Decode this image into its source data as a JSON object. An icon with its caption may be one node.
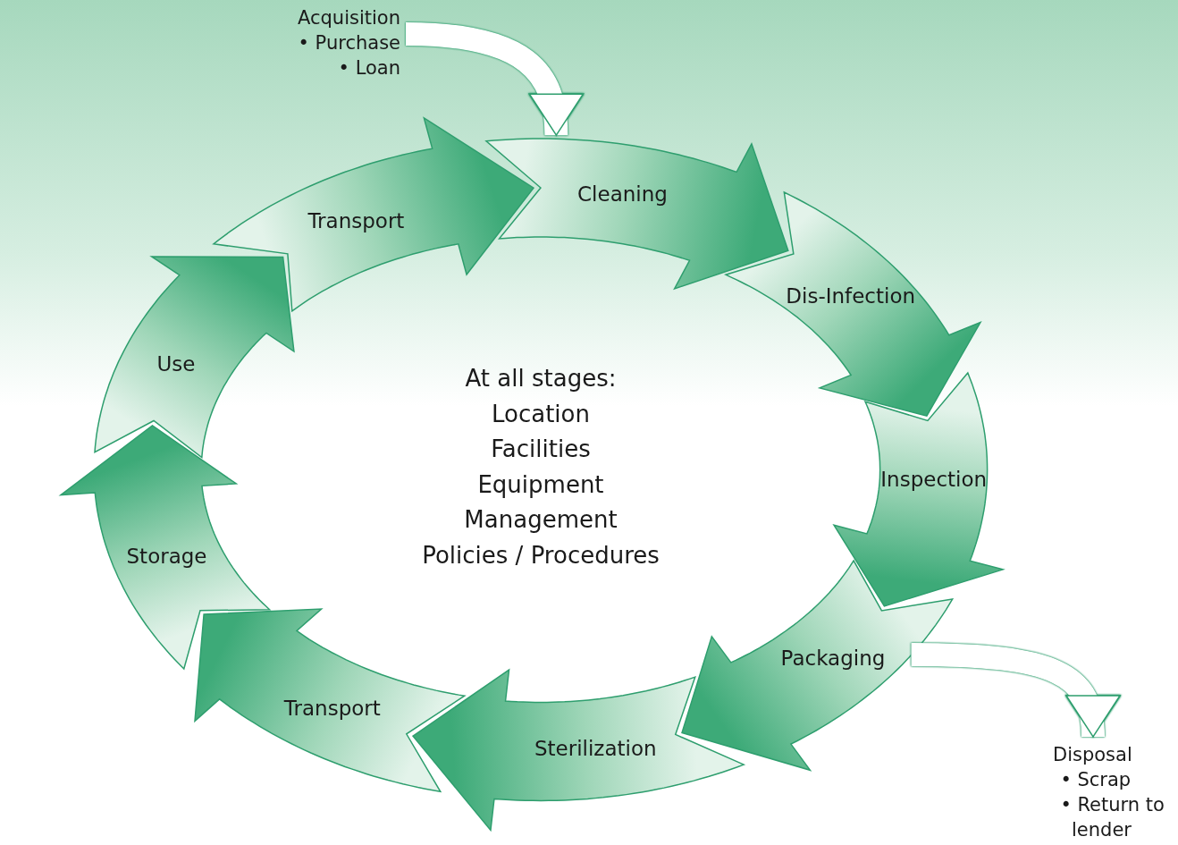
{
  "diagram": {
    "nodes": [
      {
        "text": [
          "Acquisition",
          "• Purchase",
          "• Loan"
        ]
      },
      {
        "text": [
          "Cleaning"
        ]
      },
      {
        "text": [
          "Dis-Infection"
        ]
      },
      {
        "text": [
          "Inspection"
        ]
      },
      {
        "text": [
          "Packaging"
        ]
      },
      {
        "text": [
          "Sterilization"
        ]
      },
      {
        "text": [
          "Transport"
        ]
      },
      {
        "text": [
          "Storage"
        ]
      },
      {
        "text": [
          "Use"
        ]
      },
      {
        "text": [
          "Transport"
        ]
      },
      {
        "text": [
          "Disposal",
          "• Scrap",
          "• Return to lender"
        ]
      }
    ],
    "edges": [
      {
        "from": 0,
        "to": 1,
        "arrow": "to"
      },
      {
        "from": 4,
        "to": 10,
        "arrow": "to"
      }
    ],
    "labels": [
      "At all stages:",
      "Location",
      "Facilities",
      "Equipment",
      "Management",
      "Policies / Procedures"
    ]
  }
}
